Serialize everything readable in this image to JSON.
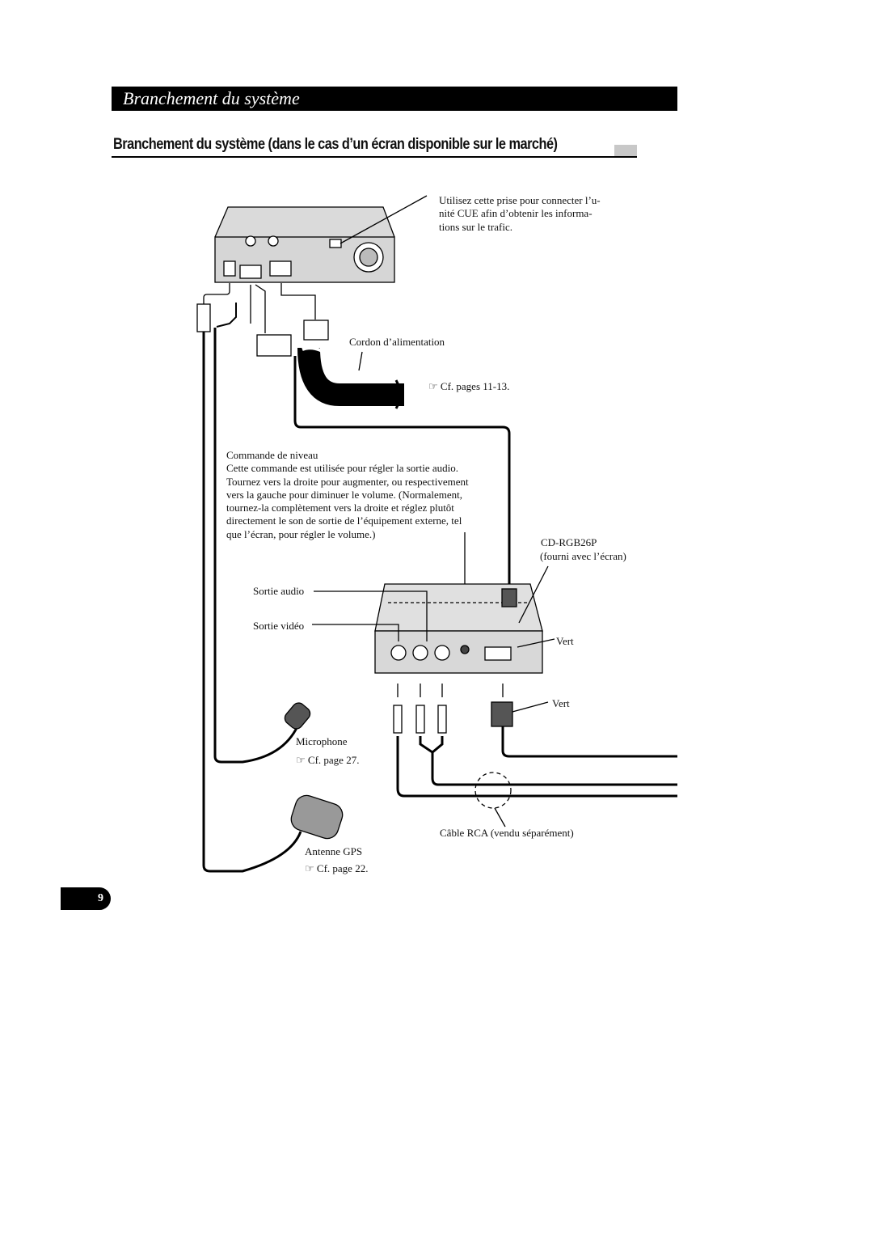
{
  "header": {
    "title": "Branchement du système"
  },
  "section": {
    "title": "Branchement du système (dans le cas d’un écran disponible sur le marché)"
  },
  "callouts": {
    "cue_note_lines": [
      "Utilisez cette prise pour connecter l’u-",
      "nité CUE afin d’obtenir les informa-",
      "tions sur le trafic."
    ],
    "power_cord": "Cordon d’alimentation",
    "power_ref": "Cf. pages 11-13.",
    "level_title": "Commande de niveau",
    "level_lines": [
      "Cette commande est utilisée pour régler la sortie audio.",
      "Tournez vers la droite pour augmenter, ou respectivement",
      "vers la gauche pour diminuer le volume. (Normalement,",
      "tournez-la complètement vers la droite et réglez plutôt",
      "directement le son de sortie de l’équipement externe, tel",
      "que l’écran, pour régler le volume.)"
    ],
    "model": "CD-RGB26P",
    "model_note": "(fourni avec l’écran)",
    "audio_out": "Sortie audio",
    "video_out": "Sortie vidéo",
    "green_1": "Vert",
    "green_2": "Vert",
    "microphone": "Microphone",
    "microphone_ref": "Cf. page 27.",
    "rca_cable": "Câble RCA (vendu séparément)",
    "gps_antenna": "Antenne GPS",
    "gps_ref": "Cf. page 22.",
    "ref_icon": "hand-pointing-icon"
  },
  "footer": {
    "page_number": "9"
  }
}
